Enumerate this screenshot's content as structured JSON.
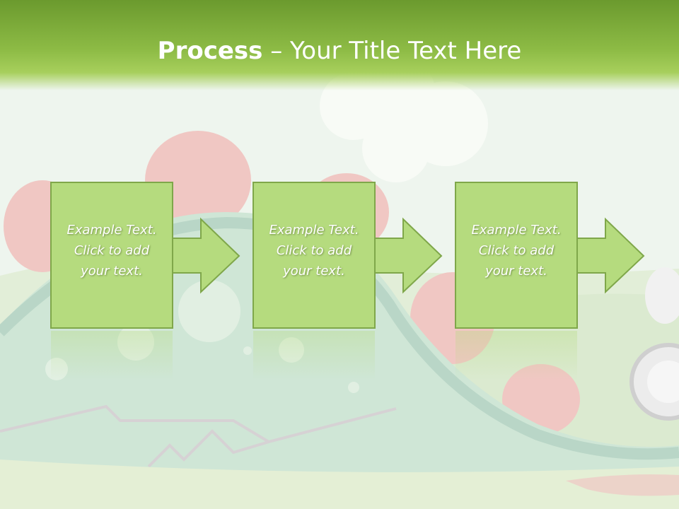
{
  "slide": {
    "title_bold": "Process",
    "title_dash": " – ",
    "title_rest": "Your Title Text Here"
  },
  "steps": [
    {
      "line1": "Example Text.",
      "line2": "Click  to add",
      "line3": "your text."
    },
    {
      "line1": "Example Text.",
      "line2": "Click  to add",
      "line3": "your text."
    },
    {
      "line1": "Example Text.",
      "line2": "Click  to add",
      "line3": "your text."
    }
  ],
  "colors": {
    "header_dark": "#6b9a2e",
    "header_light": "#a7cf5c",
    "box_fill": "#b5db7e",
    "box_stroke": "#7fa74a"
  }
}
